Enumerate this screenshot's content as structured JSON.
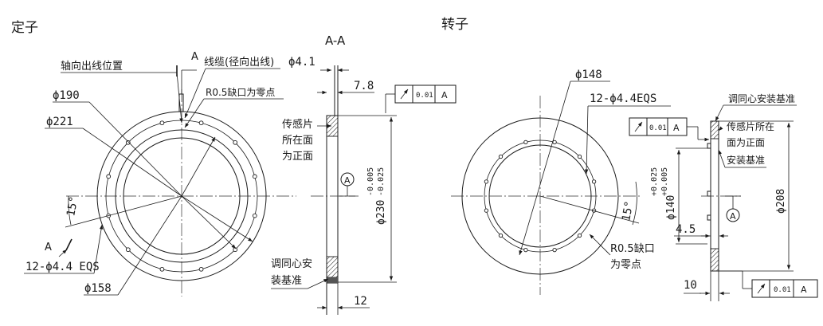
{
  "stator": {
    "title": "定子",
    "labels": {
      "axial_outlet": "轴向出线位置",
      "cable": "线缆(径向出线)",
      "notch": "R0.5缺口为零点",
      "d190": "ϕ190",
      "d221": "ϕ221",
      "d158": "ϕ158",
      "holes": "12-ϕ4.4 EQS",
      "angle": "15°",
      "section_a_top": "A",
      "section_a_bottom": "A"
    }
  },
  "section": {
    "title": "A-A",
    "labels": {
      "d4_1": "ϕ4.1",
      "d7_8": "7.8",
      "tol_230": "ϕ230",
      "tol_upper": "-0.005",
      "tol_lower": "-0.025",
      "sensor_face": "传感片\n所在面\n为正面",
      "adjust_base": "调同心安\n装基准",
      "d12": "12",
      "datum": "A",
      "fcf_value": "0.01",
      "fcf_datum": "A"
    }
  },
  "rotor": {
    "title": "转子",
    "labels": {
      "d148": "ϕ148",
      "holes": "12-ϕ4.4EQS",
      "angle": "15°",
      "notch": "R0.5缺口\n为零点",
      "d140": "ϕ140",
      "d140_upper": "+0.025",
      "d140_lower": "+0.005",
      "d4_5": "4.5",
      "d10": "10",
      "d208": "ϕ208",
      "adjust_base": "调同心安装基准",
      "sensor_face": "传感片所在\n面为正面",
      "install_base": "安装基准",
      "datum": "A",
      "fcf1_value": "0.01",
      "fcf1_datum": "A",
      "fcf2_value": "0.01",
      "fcf2_datum": "A"
    }
  }
}
